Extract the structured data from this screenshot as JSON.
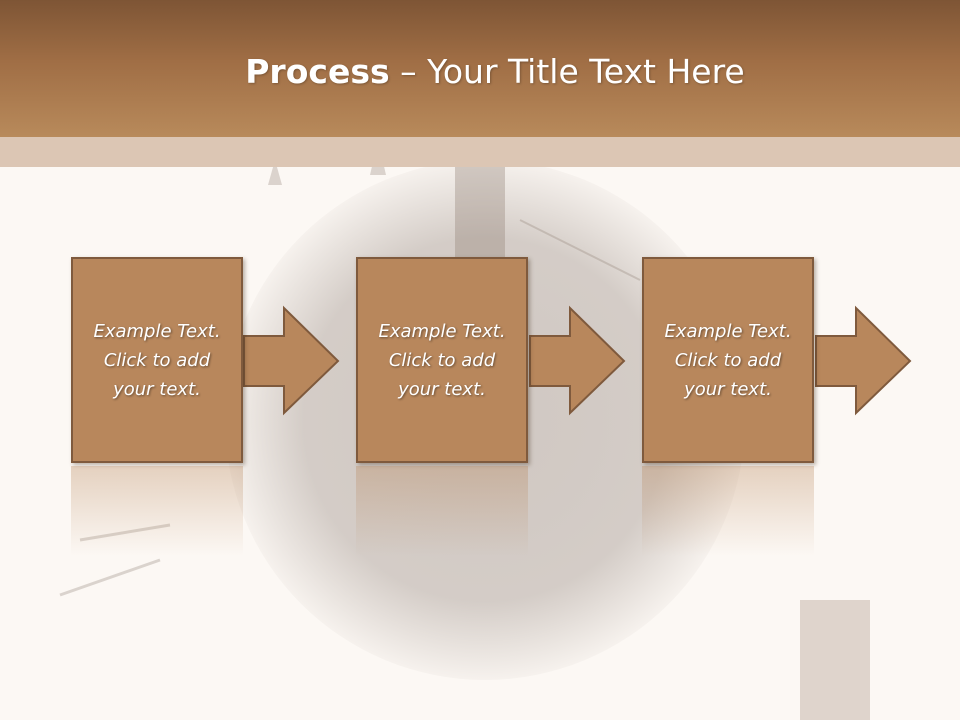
{
  "slide": {
    "title_bold": "Process",
    "title_rest": " – Your Title Text Here"
  },
  "process_steps": [
    {
      "text": "Example Text.\nClick  to add\nyour text."
    },
    {
      "text": "Example Text.\nClick  to add\nyour text."
    },
    {
      "text": "Example Text.\nClick  to add\nyour text."
    }
  ],
  "colors": {
    "header": "#a06e45",
    "box_fill": "#b8875c",
    "box_border": "#7f5a3d",
    "background": "#fcf8f4"
  }
}
